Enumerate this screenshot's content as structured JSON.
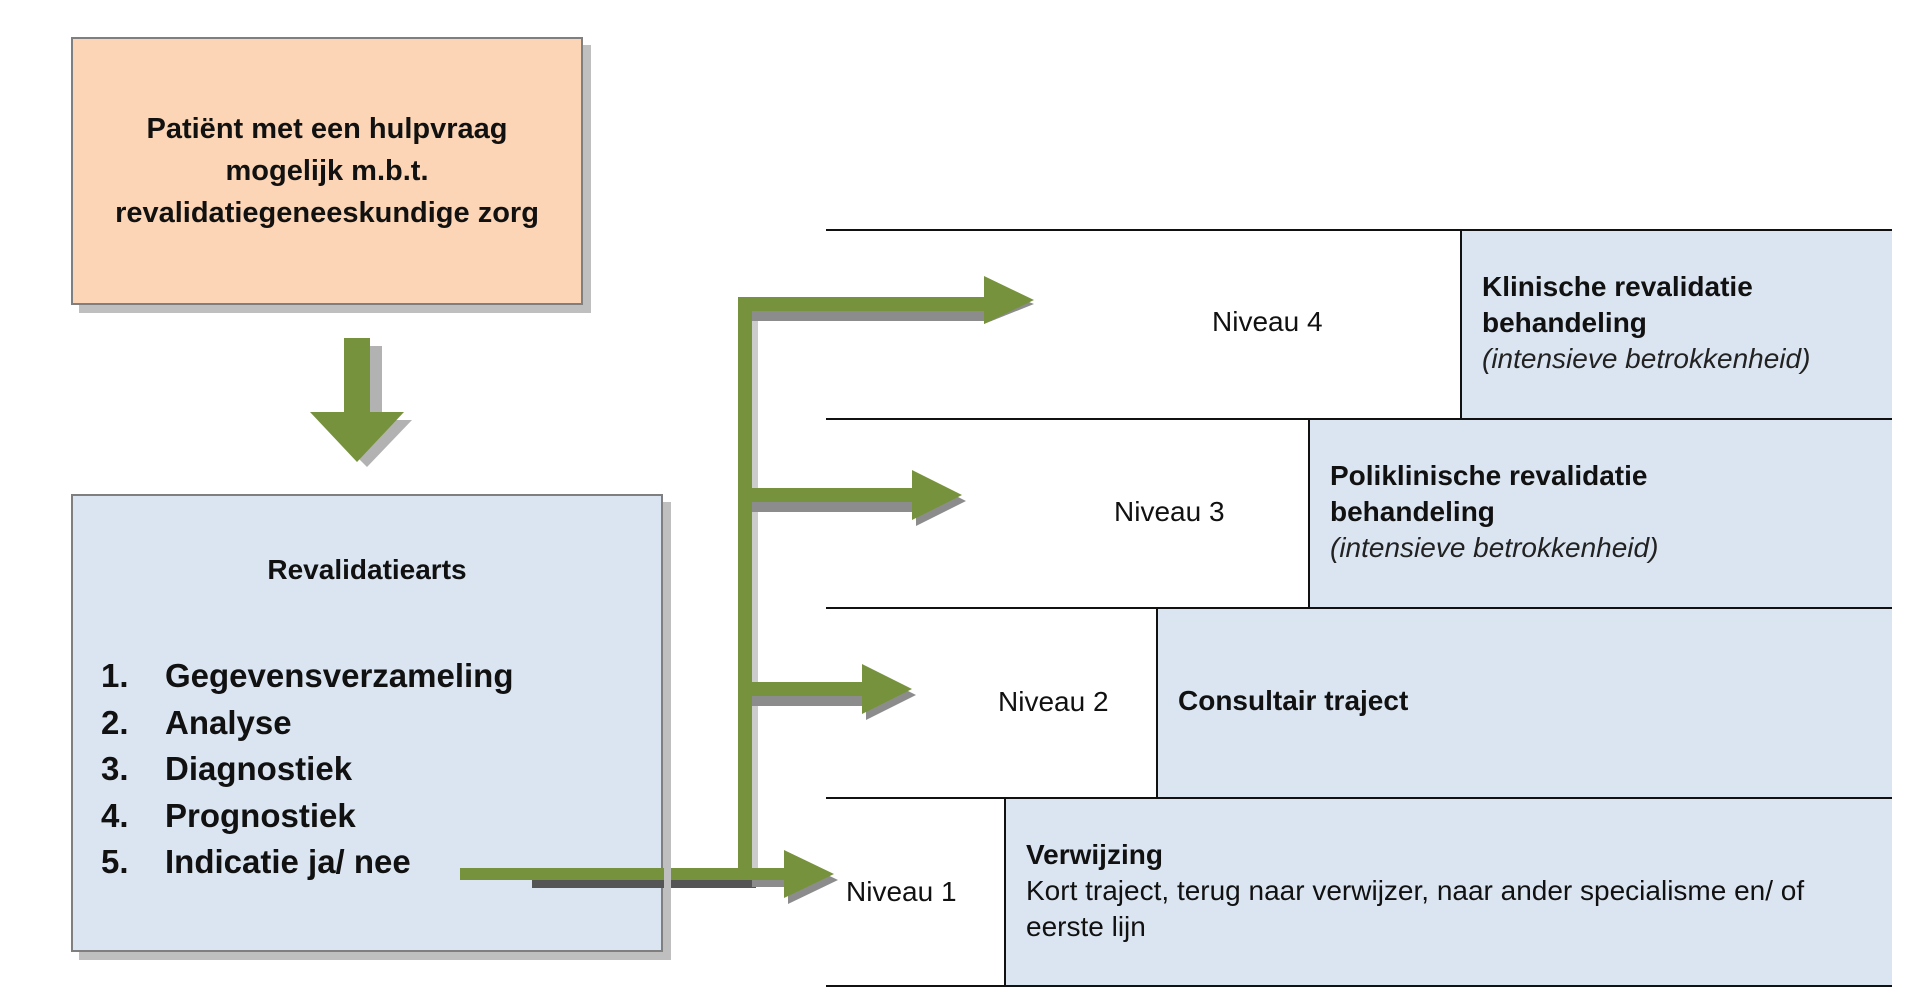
{
  "patient_box": {
    "text": "Patiënt met een hulpvraag mogelijk m.b.t. revalidatiegeneeskundige zorg"
  },
  "arts_box": {
    "title": "Revalidatiearts",
    "steps": [
      {
        "num": "1.",
        "label": "Gegevensverzameling"
      },
      {
        "num": "2.",
        "label": "Analyse"
      },
      {
        "num": "3.",
        "label": "Diagnostiek"
      },
      {
        "num": "4.",
        "label": "Prognostiek"
      },
      {
        "num": "5.",
        "label": "Indicatie ja/ nee"
      }
    ]
  },
  "levels": [
    {
      "label": "Niveau 4",
      "title": "Klinische revalidatie behandeling",
      "subtitle": "(intensieve betrokkenheid)",
      "body": ""
    },
    {
      "label": "Niveau 3",
      "title": "Poliklinische revalidatie behandeling",
      "subtitle": "(intensieve betrokkenheid)",
      "body": ""
    },
    {
      "label": "Niveau 2",
      "title": "Consultair traject",
      "subtitle": "",
      "body": ""
    },
    {
      "label": "Niveau 1",
      "title": "Verwijzing",
      "subtitle": "",
      "body": "Kort traject, terug naar verwijzer, naar ander specialisme en/ of eerste lijn"
    }
  ],
  "colors": {
    "arrow": "#76923c",
    "patient_fill": "#fbd5b5",
    "panel_fill": "#dbe5f1"
  }
}
